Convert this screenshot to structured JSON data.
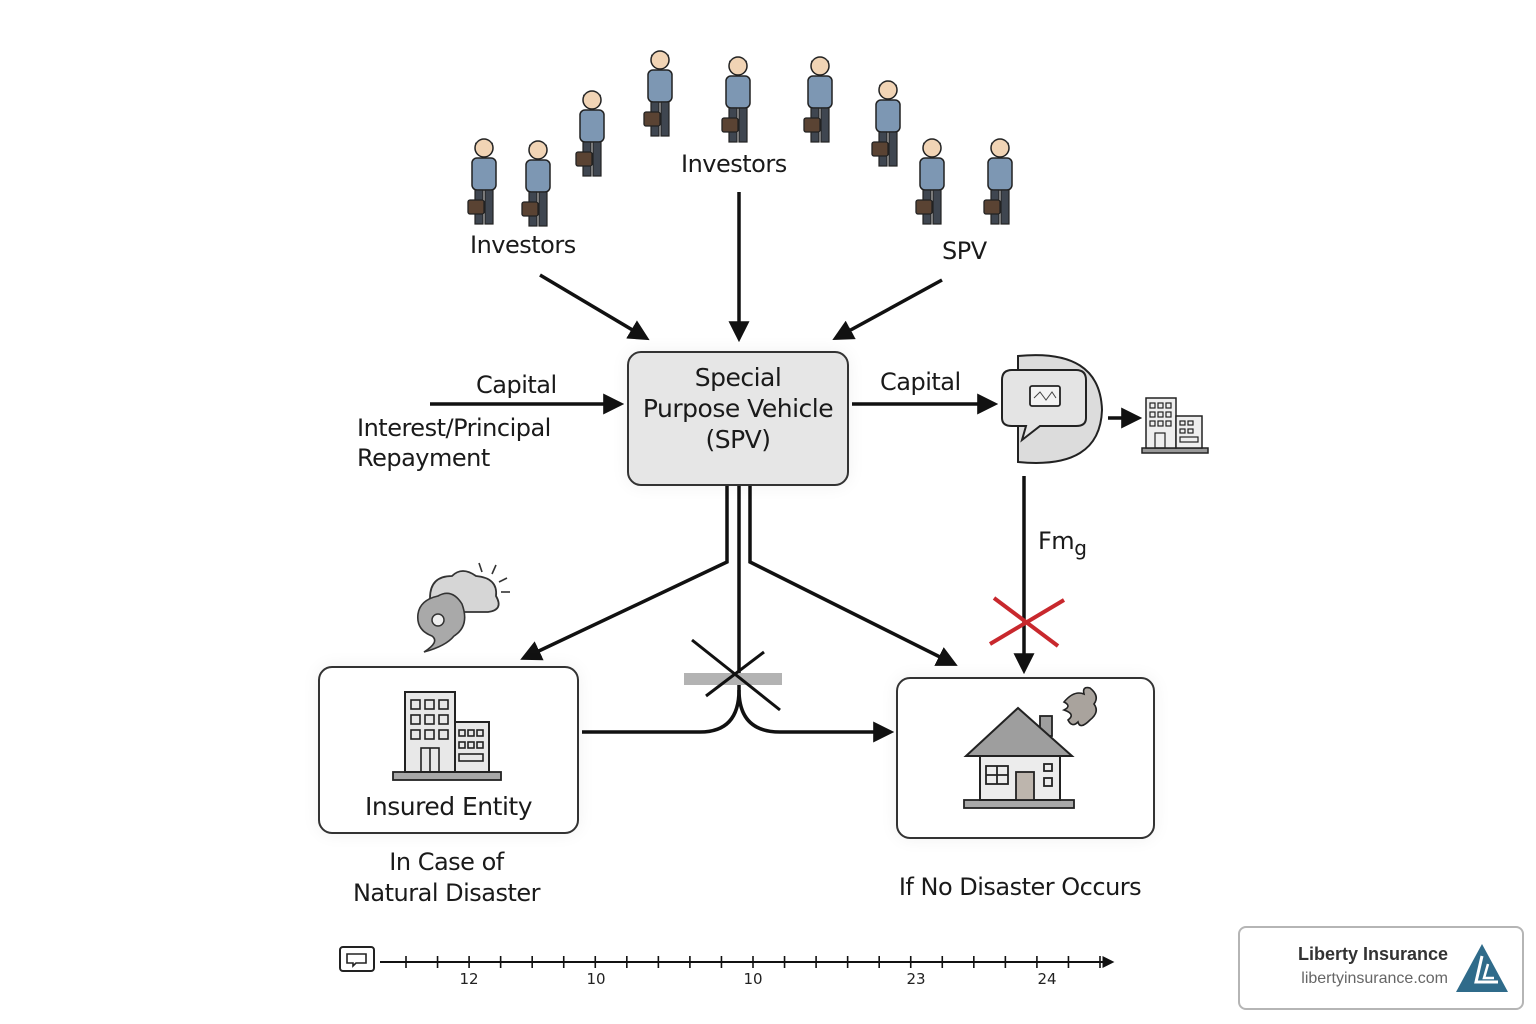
{
  "investors": {
    "label_left": "Investors",
    "label_center": "Investors",
    "label_right": "SPV",
    "people_count": 9
  },
  "spv_box": {
    "line1": "Special",
    "line2": "Purpose Vehicle",
    "line3": "(SPV)"
  },
  "left_flow": {
    "capital_label": "Capital",
    "repayment_line1": "Interest/Principal",
    "repayment_line2": "Repayment"
  },
  "right_flow": {
    "capital_label": "Capital",
    "force_label": "Fm",
    "force_subscript": "g"
  },
  "insured_entity": {
    "title": "Insured Entity",
    "caption_line1": "In Case of",
    "caption_line2": "Natural Disaster"
  },
  "no_disaster": {
    "caption": "If No Disaster Occurs"
  },
  "timeline": {
    "labels": [
      "12",
      "10",
      "10",
      "23",
      "24"
    ],
    "tick_count": 23
  },
  "brand": {
    "name": "Liberty Insurance",
    "url": "libertyinsurance.com",
    "logo_color": "#2f6b8a"
  },
  "colors": {
    "box_fill": "#e6e6e6",
    "stroke": "#111111",
    "cross_red": "#c8282d",
    "bar_gray": "#b3b3b3"
  }
}
